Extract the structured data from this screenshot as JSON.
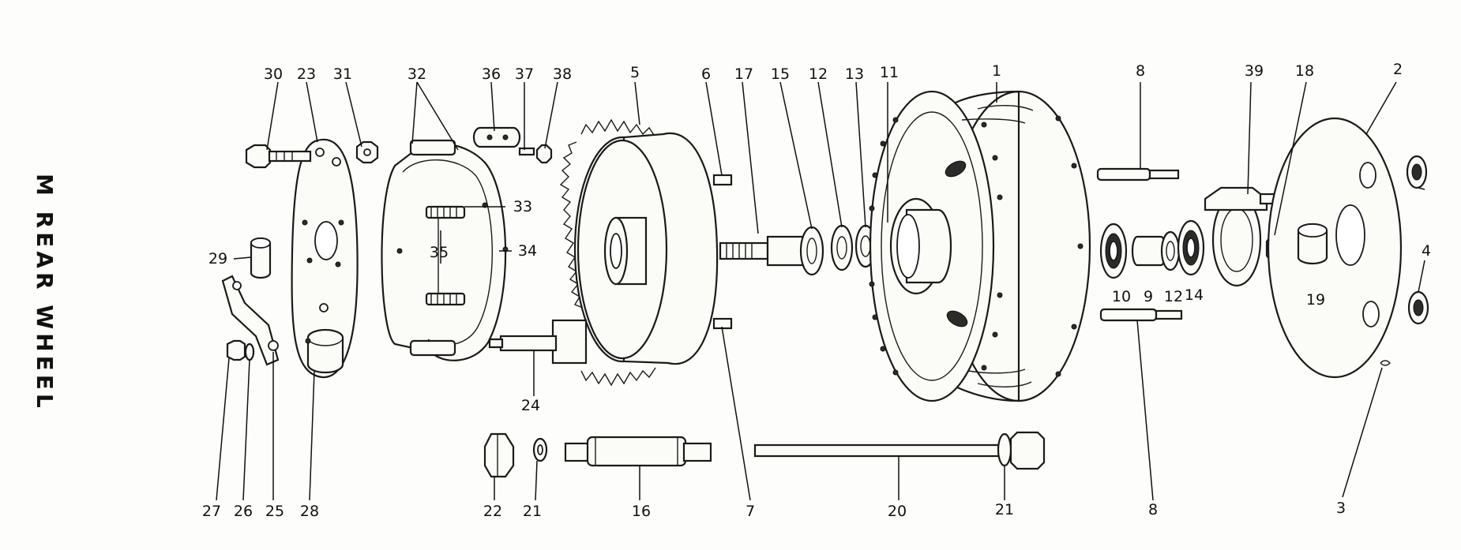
{
  "title": "M  REAR WHEEL",
  "callouts": [
    {
      "id": "c30",
      "text": "30"
    },
    {
      "id": "c23",
      "text": "23"
    },
    {
      "id": "c31",
      "text": "31"
    },
    {
      "id": "c32",
      "text": "32"
    },
    {
      "id": "c36",
      "text": "36"
    },
    {
      "id": "c37",
      "text": "37"
    },
    {
      "id": "c38",
      "text": "38"
    },
    {
      "id": "c5",
      "text": "5"
    },
    {
      "id": "c6",
      "text": "6"
    },
    {
      "id": "c17",
      "text": "17"
    },
    {
      "id": "c15",
      "text": "15"
    },
    {
      "id": "c12a",
      "text": "12"
    },
    {
      "id": "c13",
      "text": "13"
    },
    {
      "id": "c11",
      "text": "11"
    },
    {
      "id": "c1",
      "text": "1"
    },
    {
      "id": "c8a",
      "text": "8"
    },
    {
      "id": "c39",
      "text": "39"
    },
    {
      "id": "c18",
      "text": "18"
    },
    {
      "id": "c2",
      "text": "2"
    },
    {
      "id": "c33",
      "text": "33"
    },
    {
      "id": "c34",
      "text": "34"
    },
    {
      "id": "c35",
      "text": "35"
    },
    {
      "id": "c29",
      "text": "29"
    },
    {
      "id": "c4",
      "text": "4"
    },
    {
      "id": "c10",
      "text": "10"
    },
    {
      "id": "c9",
      "text": "9"
    },
    {
      "id": "c12b",
      "text": "12"
    },
    {
      "id": "c14",
      "text": "14"
    },
    {
      "id": "c19",
      "text": "19"
    },
    {
      "id": "c24",
      "text": "24"
    },
    {
      "id": "c27",
      "text": "27"
    },
    {
      "id": "c26",
      "text": "26"
    },
    {
      "id": "c25",
      "text": "25"
    },
    {
      "id": "c28",
      "text": "28"
    },
    {
      "id": "c22",
      "text": "22"
    },
    {
      "id": "c21a",
      "text": "21"
    },
    {
      "id": "c16",
      "text": "16"
    },
    {
      "id": "c7",
      "text": "7"
    },
    {
      "id": "c20",
      "text": "20"
    },
    {
      "id": "c21b",
      "text": "21"
    },
    {
      "id": "c8b",
      "text": "8"
    },
    {
      "id": "c3",
      "text": "3"
    }
  ]
}
